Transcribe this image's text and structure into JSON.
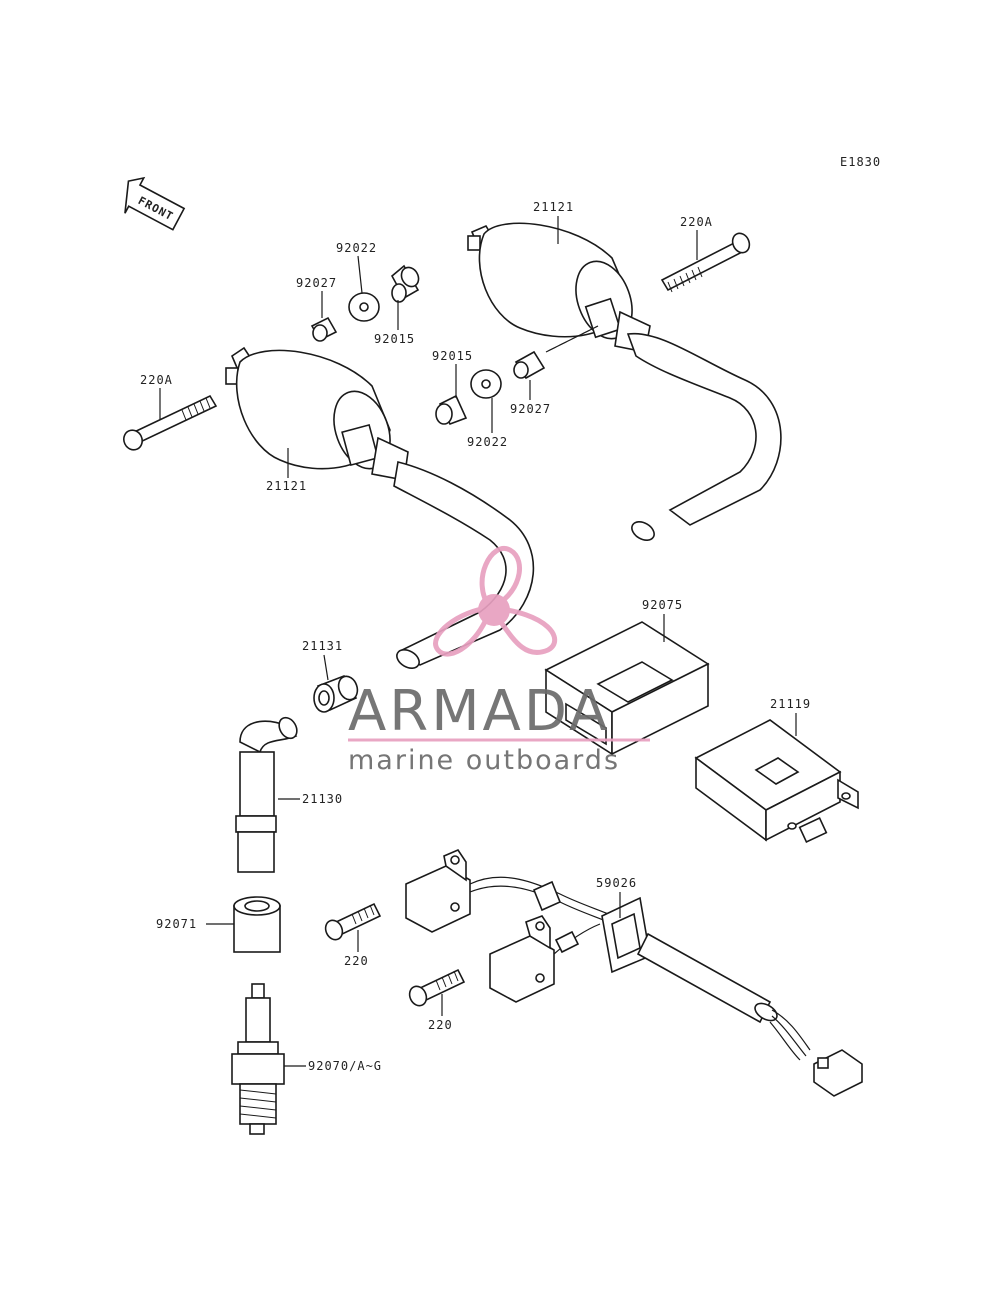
{
  "diagram_code": "E1830",
  "front_label": "FRONT",
  "watermark": {
    "brand": "ARMADA",
    "tagline": "marine outboards",
    "brand_color": "#e8a0c0",
    "text_color": "#6b6b6b"
  },
  "callouts": {
    "coil_upper": "21121",
    "bolt_upper": "220A",
    "washer_upper_left": "92022",
    "collar_upper_left": "92027",
    "bushing_upper_left": "92015",
    "bushing_middle": "92015",
    "washer_middle": "92022",
    "collar_middle": "92027",
    "bolt_lower": "220A",
    "coil_lower": "21121",
    "cover_92075": "92075",
    "seal_21131": "21131",
    "unit_21119": "21119",
    "cap_21130": "21130",
    "damper_92071": "92071",
    "clamp_59026": "59026",
    "screw_220_a": "220",
    "screw_220_b": "220",
    "spark_plug": "92070/A~G"
  }
}
